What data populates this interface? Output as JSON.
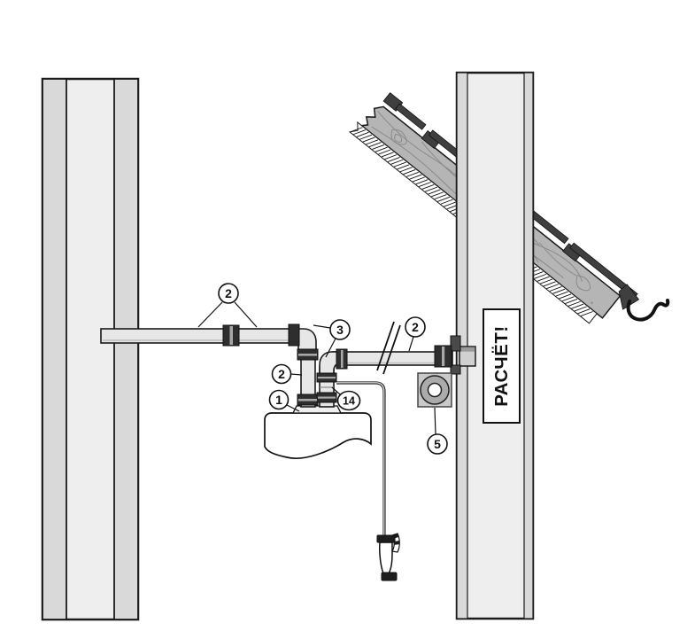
{
  "figure": {
    "kind": "flue-installation-diagram",
    "wall_label": "РАСЧЁТ!",
    "callouts": [
      {
        "label": "2"
      },
      {
        "label": "3"
      },
      {
        "label": "2"
      },
      {
        "label": "1"
      },
      {
        "label": "14"
      },
      {
        "label": "2"
      },
      {
        "label": "5"
      }
    ],
    "colors": {
      "background": "#ffffff",
      "outline": "#1a1a1a",
      "wall_band": "#d9d9d9",
      "wall_core": "#eeeeee",
      "pipe_fill": "#e7e7e7",
      "coupling": "#2e2e2e",
      "coupling_stripe": "#a8a8a8",
      "roof_board": "#b5b5b5",
      "roof_grain": "#8a8a8a",
      "roof_rail": "#3f3f3f",
      "plate": "#c9c9c9",
      "ring": "#ababab"
    }
  }
}
